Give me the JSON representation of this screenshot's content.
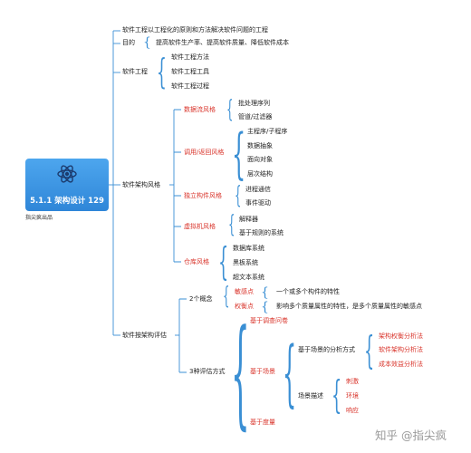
{
  "root": {
    "title": "5.1.1  架构设计 129",
    "subtitle": "指尖疯出品",
    "icon": "atom-icon"
  },
  "nodes": {
    "definition": "软件工程以工程化的原则和方法解决软件问题的工程",
    "purpose": "目的",
    "purpose_text": "提高软件生产率、提高软件质量、降低软件成本",
    "se": "软件工程",
    "se_method": "软件工程方法",
    "se_tool": "软件工程工具",
    "se_process": "软件工程过程",
    "styles": "软件架构风格",
    "dataflow": "数据流风格",
    "batch": "批处理序列",
    "pipe": "管道/过滤器",
    "callreturn": "调用/返回风格",
    "mainsub": "主程序/子程序",
    "abstraction": "数据抽象",
    "oo": "面向对象",
    "layered": "层次结构",
    "independent": "独立构件风格",
    "process_comm": "进程通信",
    "event": "事件驱动",
    "vm": "虚拟机风格",
    "interpreter": "解释器",
    "rulebased": "基于规则的系统",
    "repo": "仓库风格",
    "database": "数据库系统",
    "blackboard": "黑板系统",
    "hypertext": "超文本系统",
    "eval": "软件按架构评估",
    "two_concepts": "2个概念",
    "sensitive": "敏感点",
    "sensitive_desc": "一个或多个构件的特性",
    "tradeoff": "权衡点",
    "tradeoff_desc": "影响多个质量属性的特性，是多个质量属性的敏感点",
    "three_methods": "3种评估方式",
    "survey": "基于调查问卷",
    "scenario": "基于场景",
    "scenario_analysis": "基于场景的分析方式",
    "atam": "架构权衡分析法",
    "saam": "软件架构分析法",
    "cbam": "成本效益分析法",
    "scenario_desc": "场景描述",
    "stimulus": "刺激",
    "environment": "环境",
    "response": "响应",
    "metrics": "基于度量"
  },
  "watermark": "知乎 @指尖疯",
  "colors": {
    "line": "#3a8fd4",
    "accent": "#d9342b",
    "root_bg": "#2f86d8"
  }
}
